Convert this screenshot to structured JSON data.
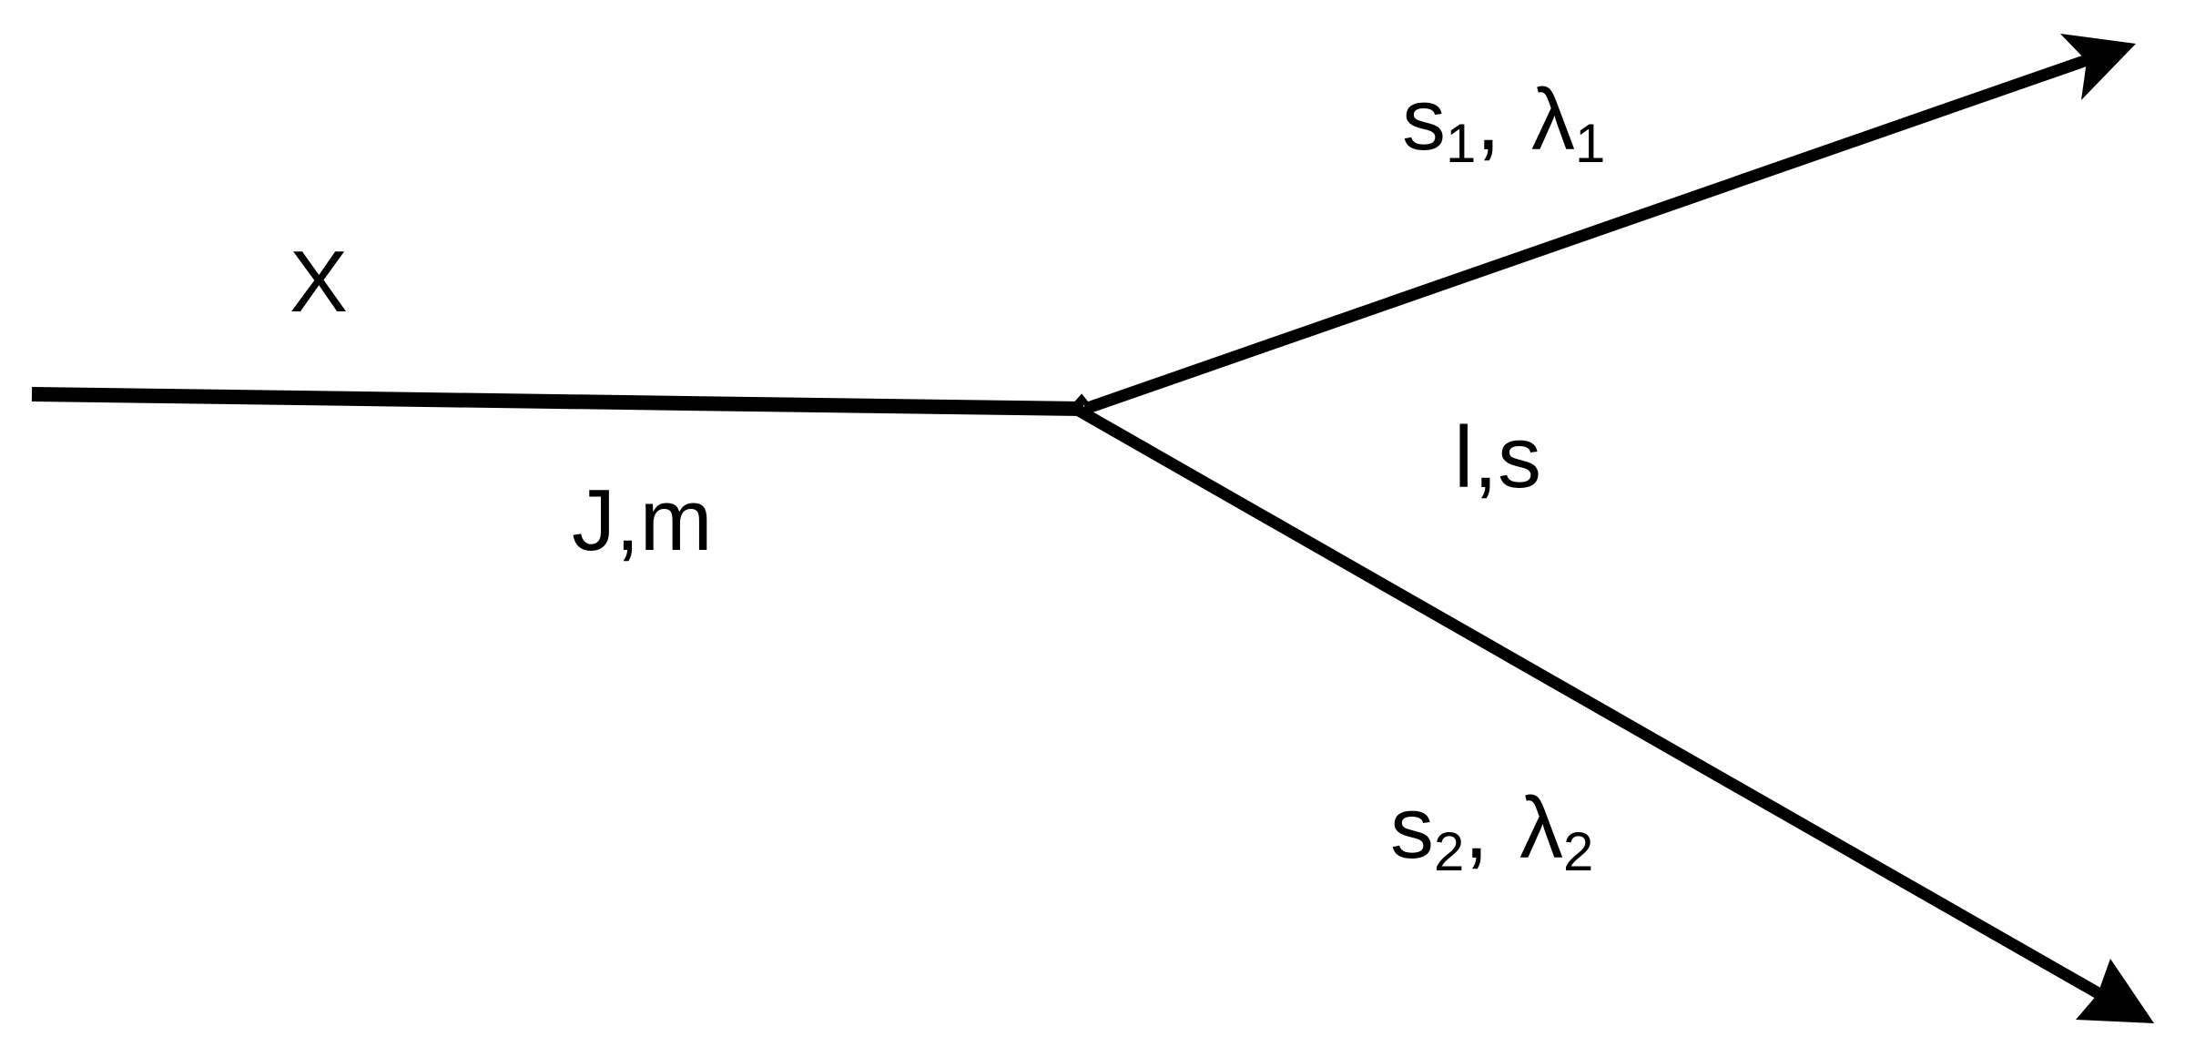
{
  "labels": {
    "particle": "X",
    "parent": "J,m",
    "orbital": "l,s",
    "daughter1": {
      "spin": "s",
      "spin_index": "1",
      "sep": ",",
      "helicity": "λ",
      "helicity_index": "1"
    },
    "daughter2": {
      "spin": "s",
      "spin_index": "2",
      "sep": ",",
      "helicity": "λ",
      "helicity_index": "2"
    }
  },
  "colors": {
    "stroke": "#000000",
    "background": "#ffffff"
  }
}
